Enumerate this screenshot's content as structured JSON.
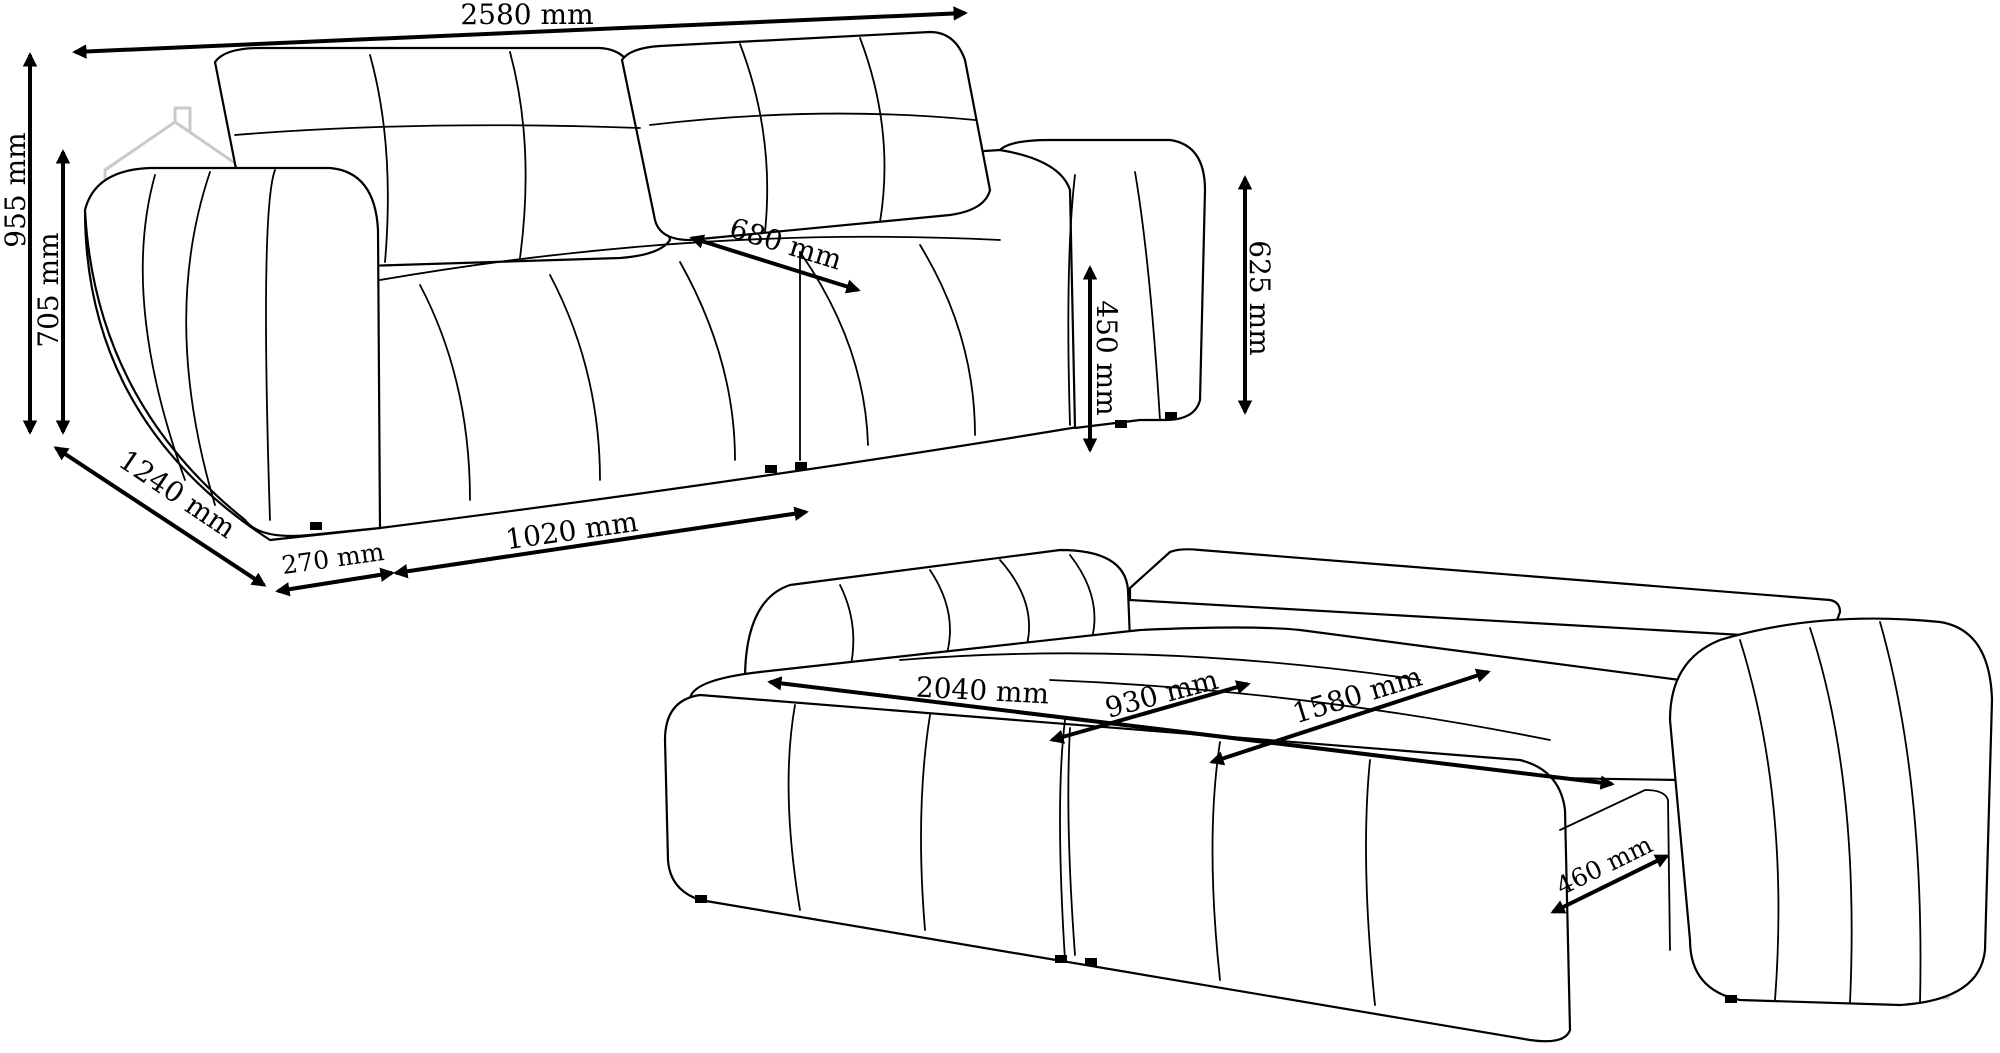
{
  "dimensions": {
    "total_width": "2580 mm",
    "total_height": "955 mm",
    "armrest_height": "705 mm",
    "backrest_height": "625 mm",
    "seat_depth": "680 mm",
    "seat_height": "450 mm",
    "total_depth": "1240 mm",
    "armrest_width": "270 mm",
    "seat_width": "1020 mm",
    "bed_length": "2040 mm",
    "bed_width": "930 mm",
    "sleeping_width": "1580 mm",
    "storage_depth": "460 mm"
  },
  "colors": {
    "line": "#000000",
    "watermark": "#c9c9c9",
    "background": "#ffffff"
  },
  "icons": {
    "watermark": "house-sofa-logo-icon"
  }
}
